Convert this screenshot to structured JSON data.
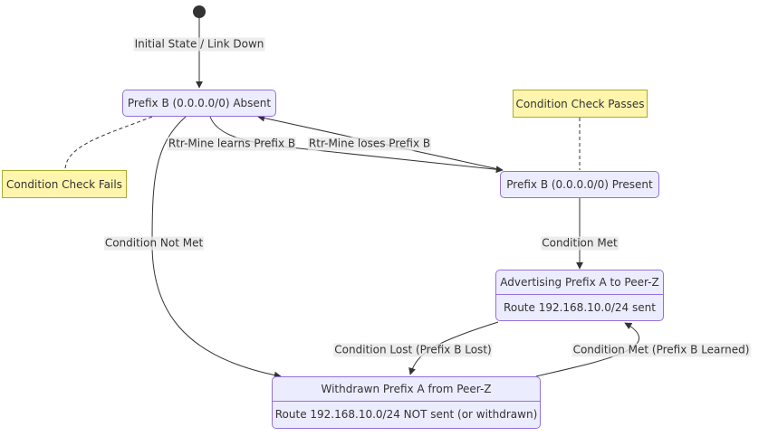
{
  "states": {
    "absent": "Prefix B (0.0.0.0/0) Absent",
    "present": "Prefix B (0.0.0.0/0) Present",
    "advertising": {
      "title": "Advertising Prefix A to Peer-Z",
      "description": "Route 192.168.10.0/24 sent"
    },
    "withdrawn": {
      "title": "Withdrawn Prefix A from Peer-Z",
      "description": "Route 192.168.10.0/24 NOT sent (or withdrawn)"
    }
  },
  "notes": {
    "fails": "Condition Check Fails",
    "passes": "Condition Check Passes"
  },
  "transitions": {
    "initial": "Initial State / Link Down",
    "learns": "Rtr-Mine learns Prefix B",
    "loses": "Rtr-Mine loses Prefix B",
    "not_met": "Condition Not Met",
    "met": "Condition Met",
    "lost": "Condition Lost (Prefix B Lost)",
    "met_learned": "Condition Met (Prefix B Learned)"
  },
  "colors": {
    "state_fill": "#ececff",
    "state_border": "#9370db",
    "note_fill": "#fff5ad",
    "note_border": "#aaaa33",
    "edge": "#333333",
    "label_bg": "#e8e8e8"
  }
}
